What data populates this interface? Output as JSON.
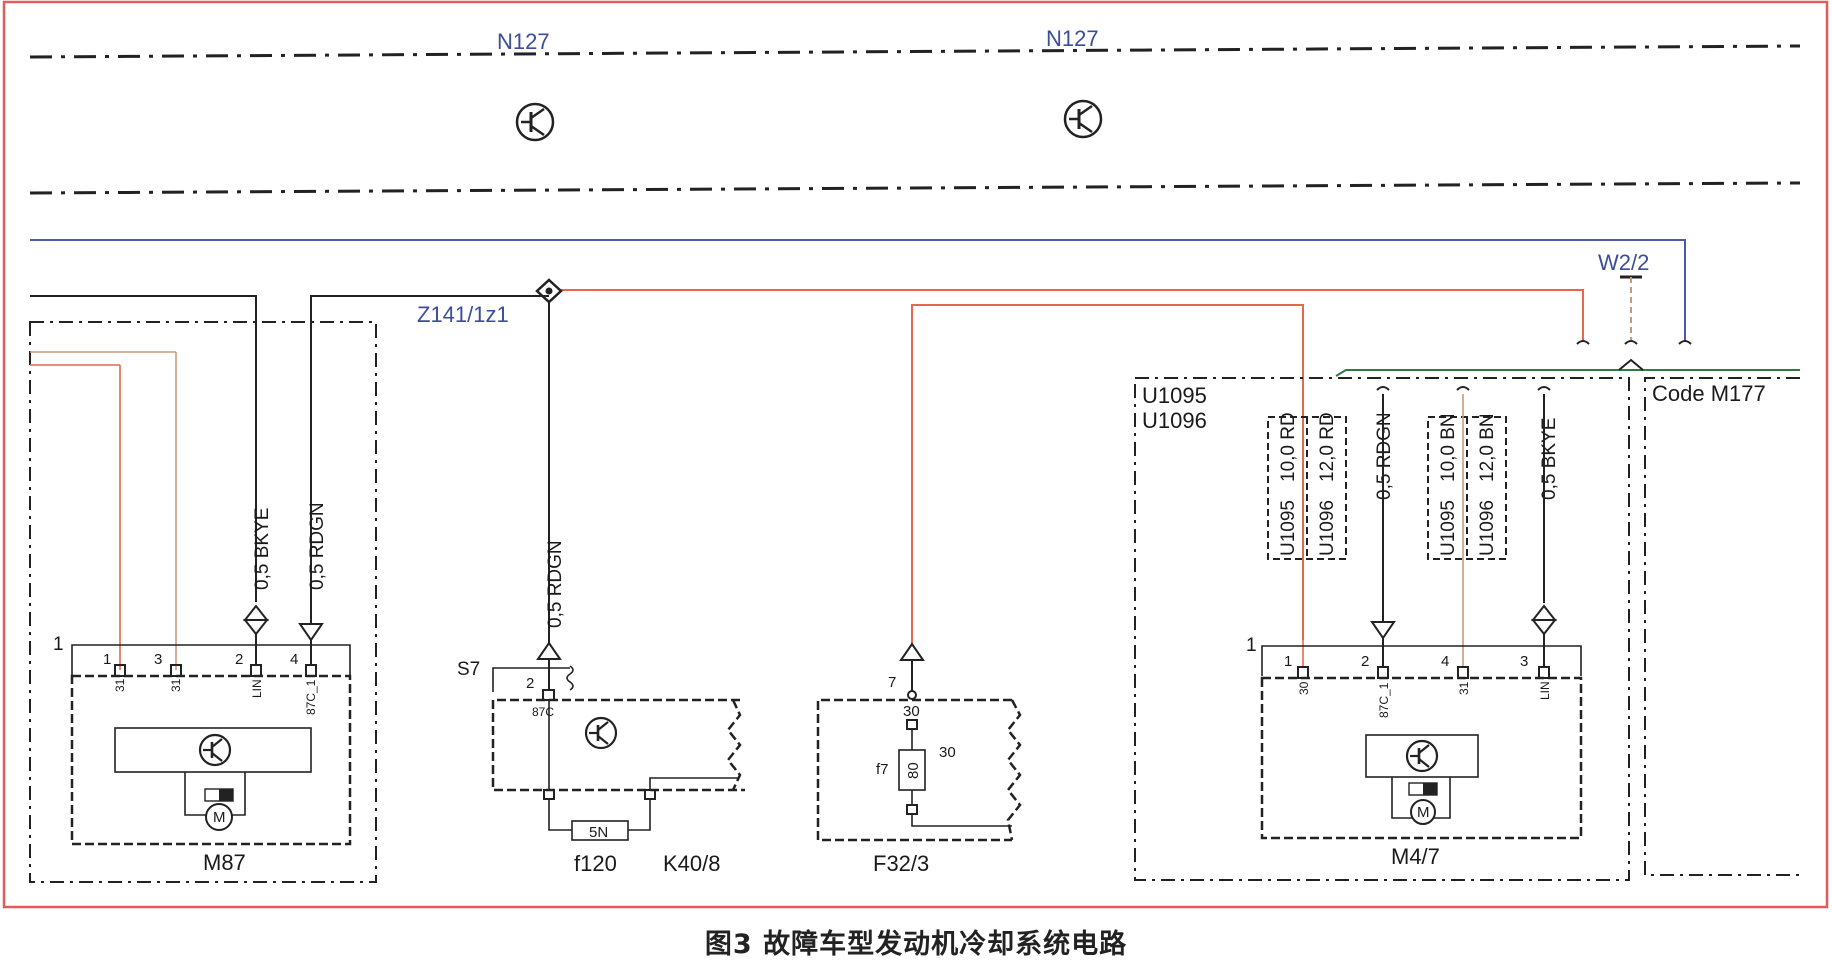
{
  "diagram": {
    "caption": "图3 故障车型发动机冷却系统电路",
    "n127_left": "N127",
    "n127_right": "N127",
    "w2_2": "W2/2",
    "z141": "Z141/1z1",
    "code_m177": "Code M177",
    "u1095": "U1095",
    "u1096": "U1096",
    "m87": {
      "name": "M87",
      "wire_bkye": "0,5 BKYE",
      "wire_rdgn": "0,5 RDGN",
      "connector": "1",
      "pins": [
        "1",
        "3",
        "2",
        "4"
      ],
      "pin_labels": [
        "31",
        "31",
        "LIN",
        "87C_1"
      ],
      "motor": "M"
    },
    "k40": {
      "name": "K40/8",
      "s7": "S7",
      "wire": "0,5 RDGN",
      "pin": "2",
      "pin_label": "87C",
      "fuse_name": "f120",
      "fuse_value": "5N"
    },
    "f32": {
      "name": "F32/3",
      "pin": "7",
      "pin_label": "30",
      "fuse_name": "f7",
      "fuse_value": "80",
      "right_label": "30"
    },
    "m4": {
      "name": "M4/7",
      "connector": "1",
      "pins": [
        "1",
        "2",
        "4",
        "3"
      ],
      "pin_labels": [
        "30",
        "87C_1",
        "31",
        "LIN"
      ],
      "motor": "M",
      "wires": {
        "u1095_rd": "10,0 RD",
        "u1096_rd": "12,0 RD",
        "rdgn": "0,5 RDGN",
        "u1095_bn": "10,0 BN",
        "u1096_bn": "12,0 BN",
        "bkye": "0,5 BKYE"
      },
      "box_labels": [
        "U1095",
        "U1096",
        "U1095",
        "U1096"
      ]
    }
  },
  "colors": {
    "frame": "#e15c5c",
    "red_wire": "#e4694a",
    "blue_wire": "#4b5aa8",
    "green_wire": "#2f7a3f",
    "brown_wire": "#c89a7f",
    "label_blue": "#3c4d9c"
  }
}
